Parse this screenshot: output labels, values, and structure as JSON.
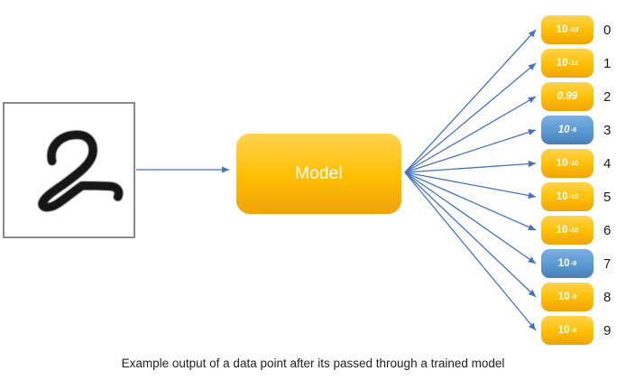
{
  "caption": "Example output of a data point after its passed through a trained model",
  "input_image": {
    "description": "handwritten digit",
    "digit": "2"
  },
  "model": {
    "label": "Model"
  },
  "outputs": [
    {
      "digit": "0",
      "base": "10",
      "exp": "-10",
      "color": "gold",
      "italic": false
    },
    {
      "digit": "1",
      "base": "10",
      "exp": "-11",
      "color": "gold",
      "italic": false
    },
    {
      "digit": "2",
      "base": "0.99",
      "exp": "",
      "color": "gold",
      "italic": true
    },
    {
      "digit": "3",
      "base": "10",
      "exp": "-6",
      "color": "blue",
      "italic": true
    },
    {
      "digit": "4",
      "base": "10",
      "exp": "-10",
      "color": "gold",
      "italic": false
    },
    {
      "digit": "5",
      "base": "10",
      "exp": "-10",
      "color": "gold",
      "italic": false
    },
    {
      "digit": "6",
      "base": "10",
      "exp": "-10",
      "color": "gold",
      "italic": false
    },
    {
      "digit": "7",
      "base": "10",
      "exp": "-9",
      "color": "blue",
      "italic": false
    },
    {
      "digit": "8",
      "base": "10",
      "exp": "-8",
      "color": "gold",
      "italic": false
    },
    {
      "digit": "9",
      "base": "10",
      "exp": "-8",
      "color": "gold",
      "italic": false
    }
  ],
  "colors": {
    "box_gold": "#FFC000",
    "box_blue": "#5B9BD5",
    "arrow": "#4472C4",
    "image_border": "#8A8A8A"
  }
}
